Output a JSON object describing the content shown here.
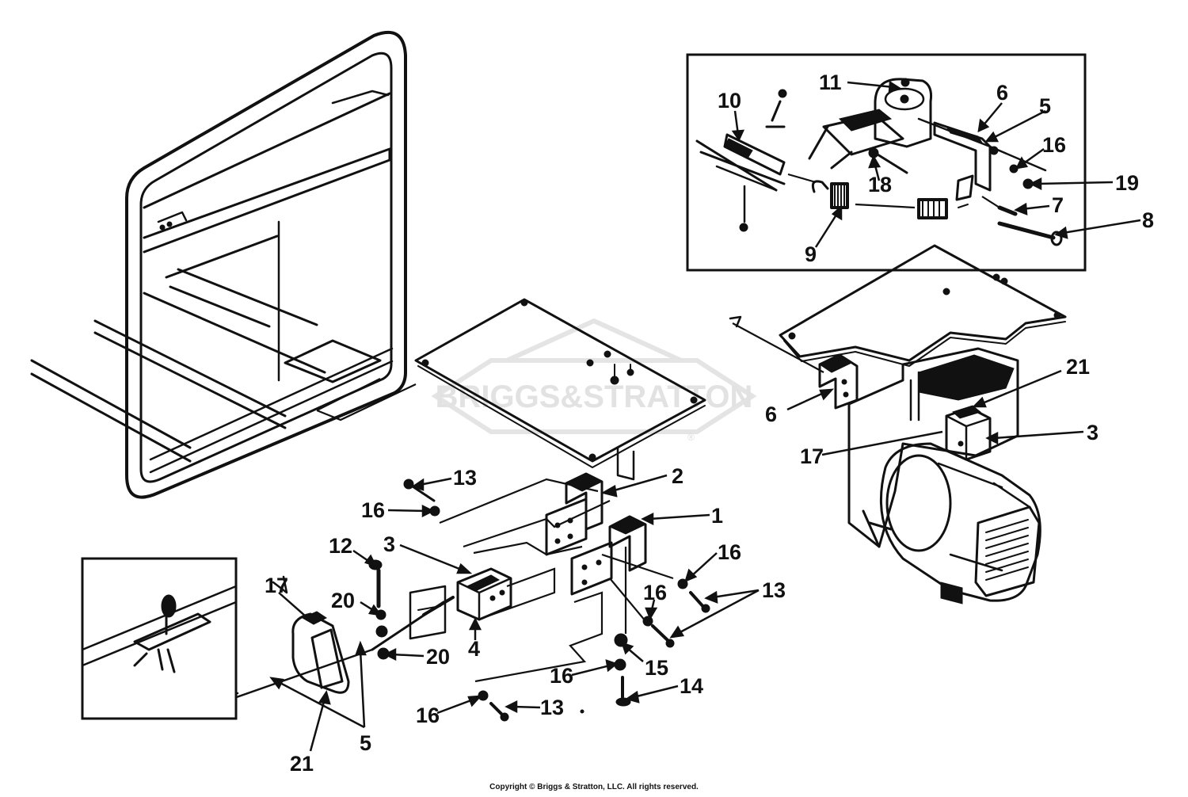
{
  "watermark": {
    "text": "BRIGGS&STRATTON",
    "registered": "®"
  },
  "callouts": [
    {
      "id": "c1",
      "label": "1"
    },
    {
      "id": "c2",
      "label": "2"
    },
    {
      "id": "c3a",
      "label": "3"
    },
    {
      "id": "c3b",
      "label": "3"
    },
    {
      "id": "c4",
      "label": "4"
    },
    {
      "id": "c5a",
      "label": "5"
    },
    {
      "id": "c5b",
      "label": "5"
    },
    {
      "id": "c6a",
      "label": "6"
    },
    {
      "id": "c6b",
      "label": "6"
    },
    {
      "id": "c7",
      "label": "7"
    },
    {
      "id": "c8",
      "label": "8"
    },
    {
      "id": "c9",
      "label": "9"
    },
    {
      "id": "c10",
      "label": "10"
    },
    {
      "id": "c11",
      "label": "11"
    },
    {
      "id": "c12",
      "label": "12"
    },
    {
      "id": "c13a",
      "label": "13"
    },
    {
      "id": "c13b",
      "label": "13"
    },
    {
      "id": "c13c",
      "label": "13"
    },
    {
      "id": "c14",
      "label": "14"
    },
    {
      "id": "c15",
      "label": "15"
    },
    {
      "id": "c16a",
      "label": "16"
    },
    {
      "id": "c16b",
      "label": "16"
    },
    {
      "id": "c16c",
      "label": "16"
    },
    {
      "id": "c16d",
      "label": "16"
    },
    {
      "id": "c16e",
      "label": "16"
    },
    {
      "id": "c16f",
      "label": "16"
    },
    {
      "id": "c17a",
      "label": "17"
    },
    {
      "id": "c17b",
      "label": "17"
    },
    {
      "id": "c18",
      "label": "18"
    },
    {
      "id": "c19",
      "label": "19"
    },
    {
      "id": "c20a",
      "label": "20"
    },
    {
      "id": "c20b",
      "label": "20"
    },
    {
      "id": "c21a",
      "label": "21"
    },
    {
      "id": "c21b",
      "label": "21"
    }
  ],
  "copyright": "Copyright © Briggs & Stratton, LLC. All rights reserved.",
  "colors": {
    "ink": "#111111",
    "paper": "#ffffff",
    "watermark": "#e2e2e2"
  }
}
